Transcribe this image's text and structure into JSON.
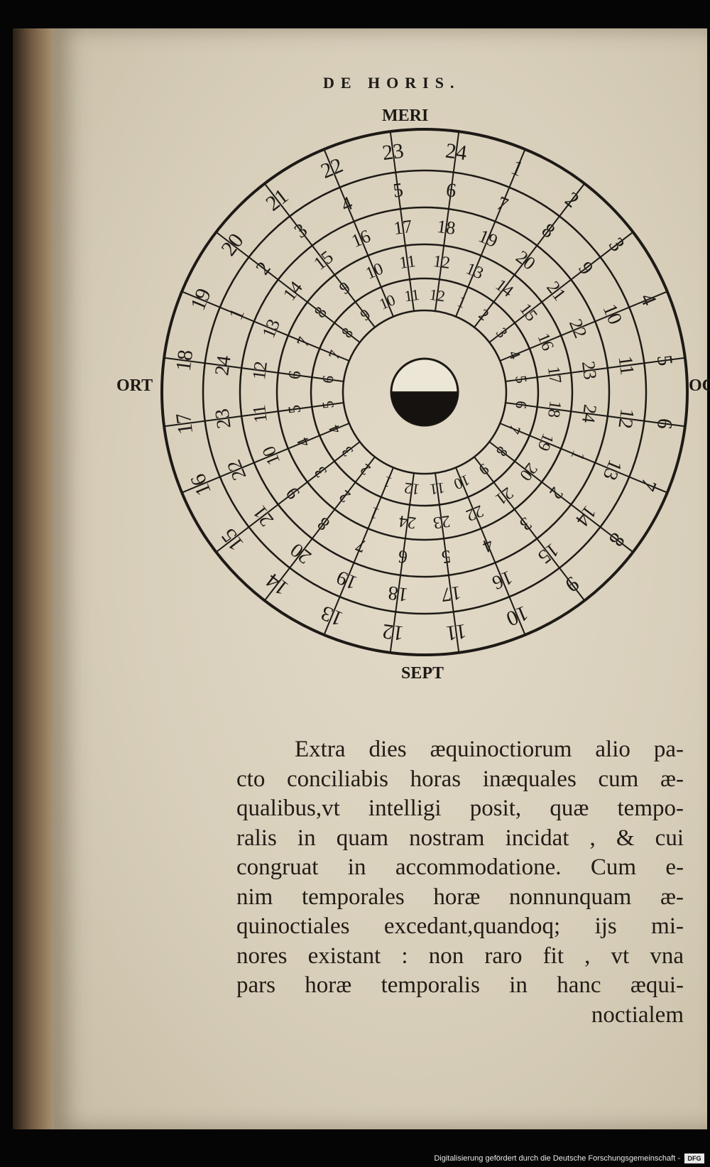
{
  "page": {
    "running_head": "DE HORIS.",
    "labels": {
      "top": "MERI",
      "bottom": "SEPT",
      "left": "ORT",
      "right": "OC"
    },
    "text_lines": [
      "Extra dies æquinoctiorum alio pa-",
      "cto conciliabis horas inæquales cum æ-",
      "qualibus,vt intelligi posit, quæ tempo-",
      "ralis in quam nostram incidat , & cui",
      "congruat in accommodatione. Cum e-",
      "nim temporales horæ nonnunquam æ-",
      "quinoctiales excedant,quandoq; ijs mi-",
      "nores existant : non raro fit , vt vna",
      "pars horæ temporalis in hanc æqui-",
      "noctialem"
    ]
  },
  "dial": {
    "rings": [
      {
        "name": "outer",
        "labels": [
          "24",
          "1",
          "2",
          "3",
          "4",
          "5",
          "6",
          "7",
          "8",
          "9",
          "10",
          "11",
          "12",
          "13",
          "14",
          "15",
          "16",
          "17",
          "18",
          "19",
          "20",
          "21",
          "22",
          "23"
        ]
      },
      {
        "name": "second",
        "labels": [
          "6",
          "7",
          "8",
          "9",
          "10",
          "11",
          "12",
          "13",
          "14",
          "15",
          "16",
          "17",
          "18",
          "19",
          "20",
          "21",
          "22",
          "23",
          "24",
          "1",
          "2",
          "3",
          "4",
          "5"
        ]
      },
      {
        "name": "third",
        "labels": [
          "18",
          "19",
          "20",
          "21",
          "22",
          "23",
          "24",
          "1",
          "2",
          "3",
          "4",
          "5",
          "6",
          "7",
          "8",
          "9",
          "10",
          "11",
          "12",
          "13",
          "14",
          "15",
          "16",
          "17"
        ]
      },
      {
        "name": "fourth",
        "labels": [
          "12",
          "13",
          "14",
          "15",
          "16",
          "17",
          "18",
          "19",
          "20",
          "21",
          "22",
          "23",
          "24",
          "1",
          "2",
          "3",
          "4",
          "5",
          "6",
          "7",
          "8",
          "9",
          "10",
          "11"
        ]
      },
      {
        "name": "inner",
        "labels": [
          "12",
          "1",
          "2",
          "3",
          "4",
          "5",
          "6",
          "7",
          "8",
          "9",
          "10",
          "11",
          "12",
          "1",
          "2",
          "3",
          "4",
          "5",
          "6",
          "7",
          "8",
          "9",
          "10",
          "11"
        ]
      }
    ]
  },
  "footer": {
    "credit": "Digitalisierung gefördert durch die Deutsche Forschungsgemeinschaft -",
    "logo": "DFG"
  }
}
